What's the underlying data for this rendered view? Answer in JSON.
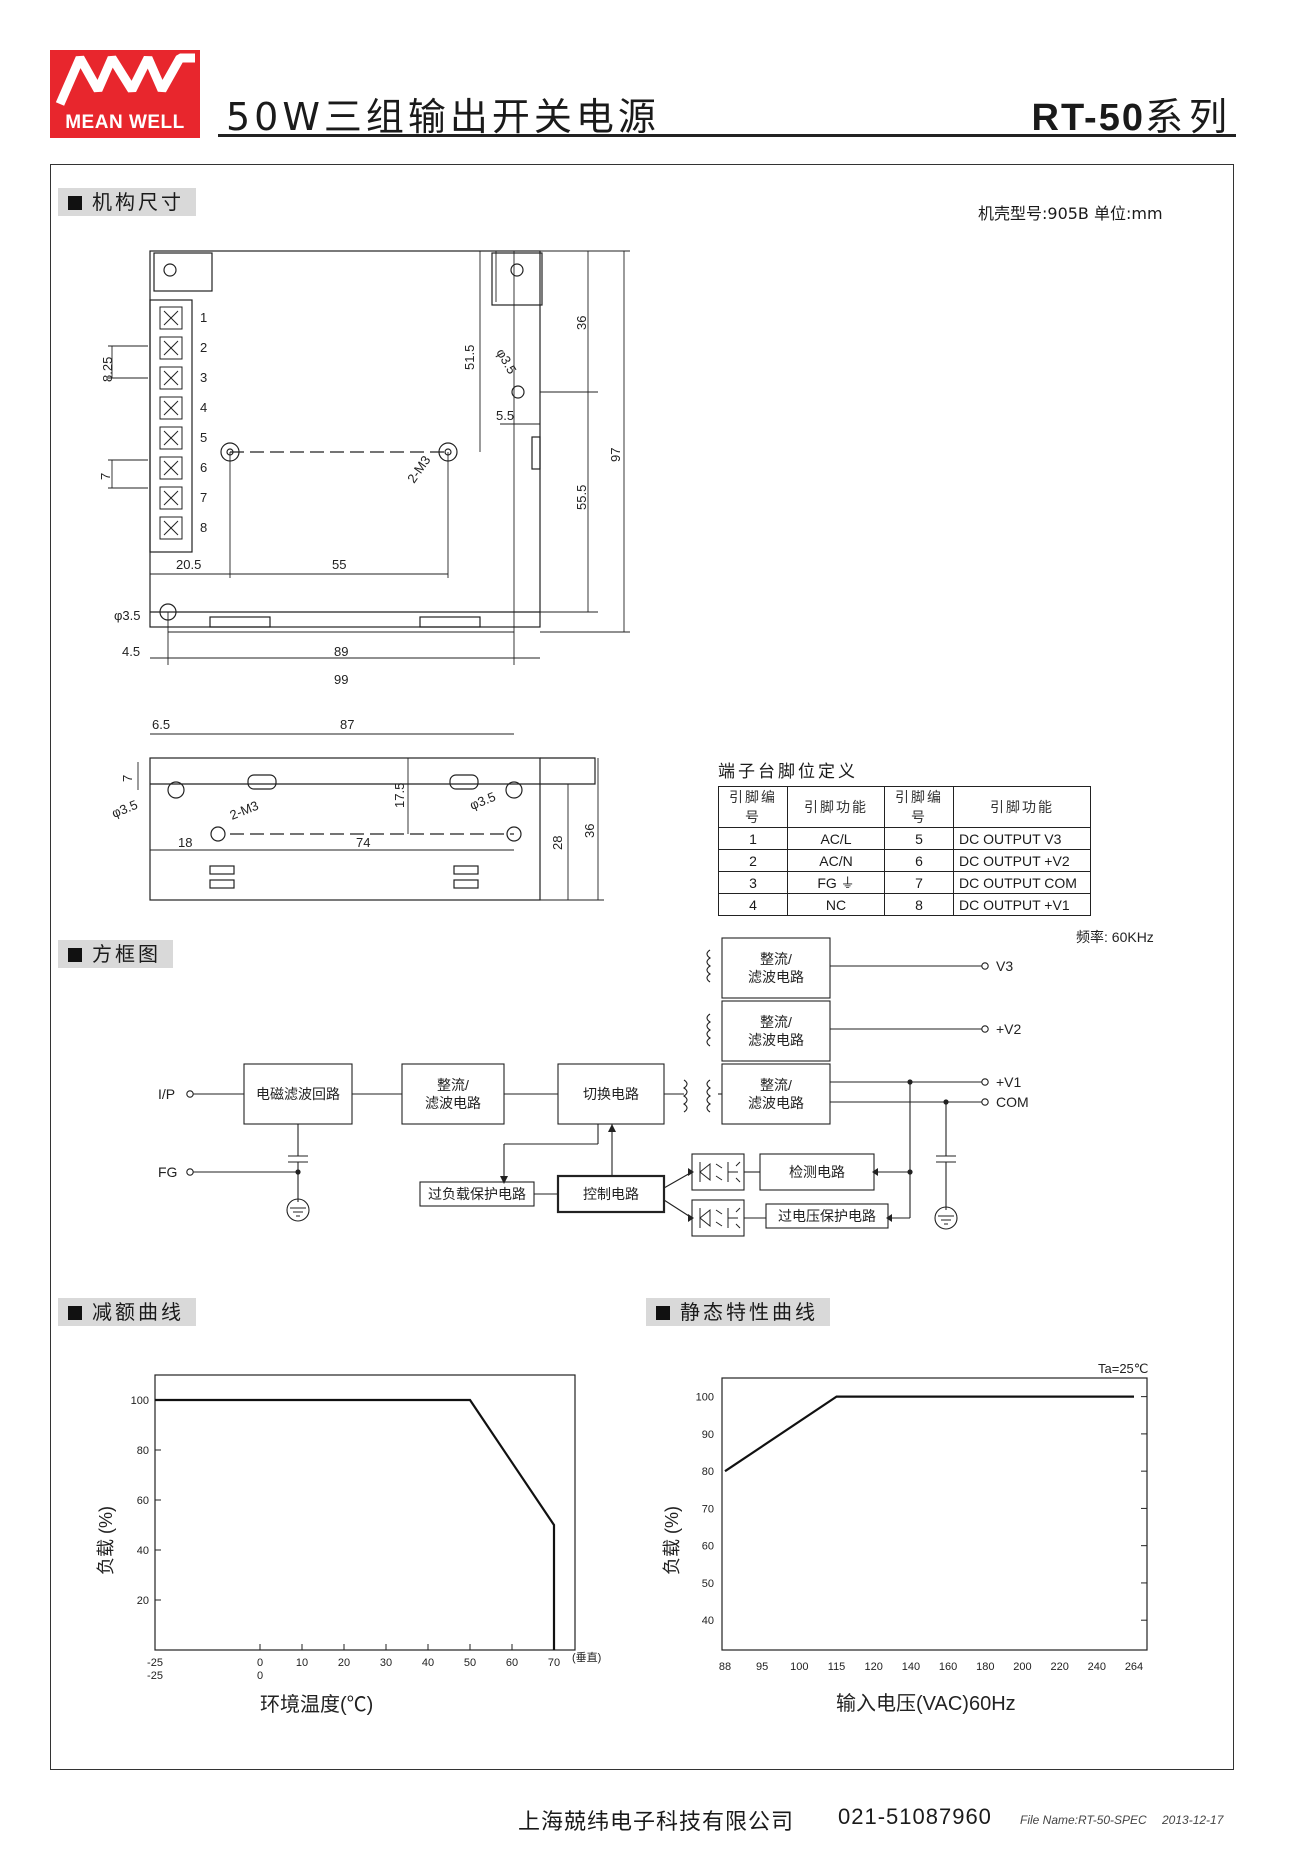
{
  "header": {
    "logo_text": "MEAN WELL",
    "title": "50W三组输出开关电源",
    "series_model": "RT-50",
    "series_suffix": "系列"
  },
  "sections": {
    "mechanical": "机构尺寸",
    "block": "方框图",
    "derating": "减额曲线",
    "static": "静态特性曲线"
  },
  "mechanical": {
    "case_note": "机壳型号:905B 单位:mm",
    "top_view": {
      "terminals": [
        "1",
        "2",
        "3",
        "4",
        "5",
        "6",
        "7",
        "8"
      ],
      "dims": {
        "pitch": "8.25",
        "terminal_h": "7",
        "d_51_5": "51.5",
        "hole_phi_1": "φ3.5",
        "d_5_5": "5.5",
        "d_36": "36",
        "d_97": "97",
        "d_55_5": "55.5",
        "screw": "2-M3",
        "d_20_5": "20.5",
        "d_55": "55",
        "hole_phi_2": "φ3.5",
        "d_4_5": "4.5",
        "d_89": "89",
        "d_99": "99"
      }
    },
    "side_view": {
      "dims": {
        "d_6_5": "6.5",
        "d_87": "87",
        "d_7": "7",
        "hole_phi_l": "φ3.5",
        "screw": "2-M3",
        "d_17_5": "17.5",
        "hole_phi_r": "φ3.5",
        "d_18": "18",
        "d_74": "74",
        "d_28": "28",
        "d_36": "36"
      }
    }
  },
  "pin_table": {
    "title": "端子台脚位定义",
    "headers": [
      "引脚编号",
      "引脚功能",
      "引脚编号",
      "引脚功能"
    ],
    "rows": [
      [
        "1",
        "AC/L",
        "5",
        "DC OUTPUT V3"
      ],
      [
        "2",
        "AC/N",
        "6",
        "DC OUTPUT +V2"
      ],
      [
        "3",
        "FG ⏚",
        "7",
        "DC OUTPUT COM"
      ],
      [
        "4",
        "NC",
        "8",
        "DC OUTPUT +V1"
      ]
    ]
  },
  "block_diagram": {
    "frequency": "频率: 60KHz",
    "ip_label": "I/P",
    "fg_label": "FG",
    "emi": "电磁滤波回路",
    "rect1_a": "整流/",
    "rect1_b": "滤波电路",
    "switching": "切换电路",
    "out3_a": "整流/",
    "out3_b": "滤波电路",
    "out2_a": "整流/",
    "out2_b": "滤波电路",
    "out1_a": "整流/",
    "out1_b": "滤波电路",
    "v3": "V3",
    "v2": "+V2",
    "v1": "+V1",
    "com": "COM",
    "overload": "过负载保护电路",
    "control": "控制电路",
    "detect": "检测电路",
    "ovp": "过电压保护电路"
  },
  "derating_chart": {
    "ylabel": "负载 (%)",
    "xlabel": "环境温度(℃)",
    "axis_note": "(垂直)",
    "x_ticks": [
      "-25",
      "0",
      "10",
      "20",
      "30",
      "40",
      "50",
      "60",
      "70"
    ],
    "x_ticks_second_row": [
      "-25",
      "0"
    ],
    "y_ticks": [
      "100",
      "80",
      "60",
      "40",
      "20"
    ]
  },
  "static_chart": {
    "ta_note": "Ta=25℃",
    "ylabel": "负载 (%)",
    "xlabel": "输入电压(VAC)60Hz",
    "x_ticks": [
      "88",
      "95",
      "100",
      "115",
      "120",
      "140",
      "160",
      "180",
      "200",
      "220",
      "240",
      "264"
    ],
    "y_ticks": [
      "100",
      "90",
      "80",
      "70",
      "60",
      "50",
      "40"
    ]
  },
  "chart_data": [
    {
      "type": "line",
      "x": [
        -25,
        50,
        70,
        70
      ],
      "series": [
        {
          "values": [
            100,
            100,
            50,
            0
          ]
        }
      ],
      "xlim": [
        -25,
        75
      ],
      "ylim": [
        0,
        110
      ],
      "grid": false
    },
    {
      "type": "line",
      "x": [
        88,
        115,
        264
      ],
      "series": [
        {
          "values": [
            80,
            100,
            100
          ]
        }
      ],
      "x_axis": "categorical",
      "ylim": [
        32,
        105
      ],
      "grid": false
    }
  ],
  "footer": {
    "company": "上海兢纬电子科技有限公司",
    "phone": "021-51087960",
    "file": "File Name:RT-50-SPEC",
    "date": "2013-12-17"
  }
}
